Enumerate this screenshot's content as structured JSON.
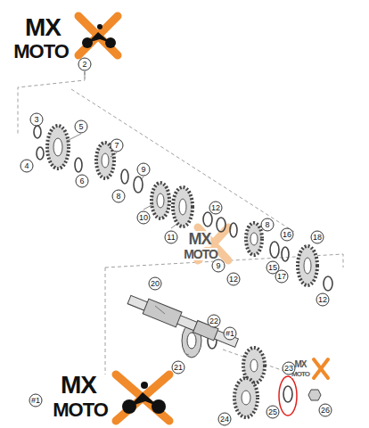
{
  "diagram": {
    "labels": [
      "MX",
      "MOTO",
      "2",
      "3",
      "5",
      "4",
      "6",
      "7",
      "8",
      "9",
      "10",
      "11",
      "12",
      "MX",
      "MOTO",
      "8",
      "9",
      "12",
      "15",
      "16",
      "18",
      "17",
      "12",
      "20",
      "22",
      "#1",
      "21",
      "MX",
      "MOTO",
      "23",
      "25",
      "26",
      "24",
      "#1",
      "MX",
      "MOTO"
    ]
  }
}
